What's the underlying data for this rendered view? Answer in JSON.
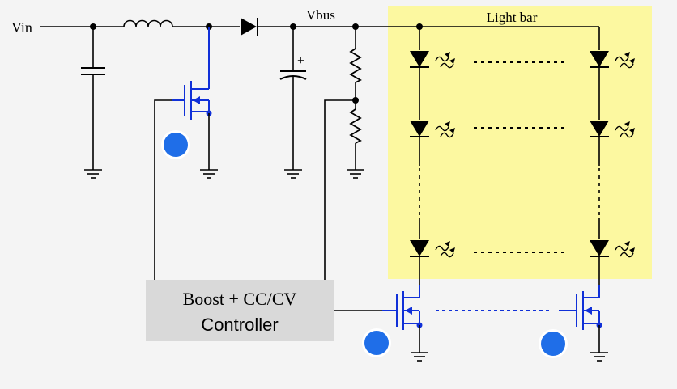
{
  "labels": {
    "vin": "Vin",
    "vbus": "Vbus",
    "light_bar": "Light bar",
    "controller_line1": "Boost + CC/CV",
    "controller_line2": "Controller",
    "cap_plus": "+"
  },
  "colors": {
    "background": "#f4f4f4",
    "light_bar_fill": "#fcf8a0",
    "controller_fill": "#d9d9d9",
    "mosfet_blue": "#1030d8",
    "marker_blue": "#1f6ee8"
  }
}
